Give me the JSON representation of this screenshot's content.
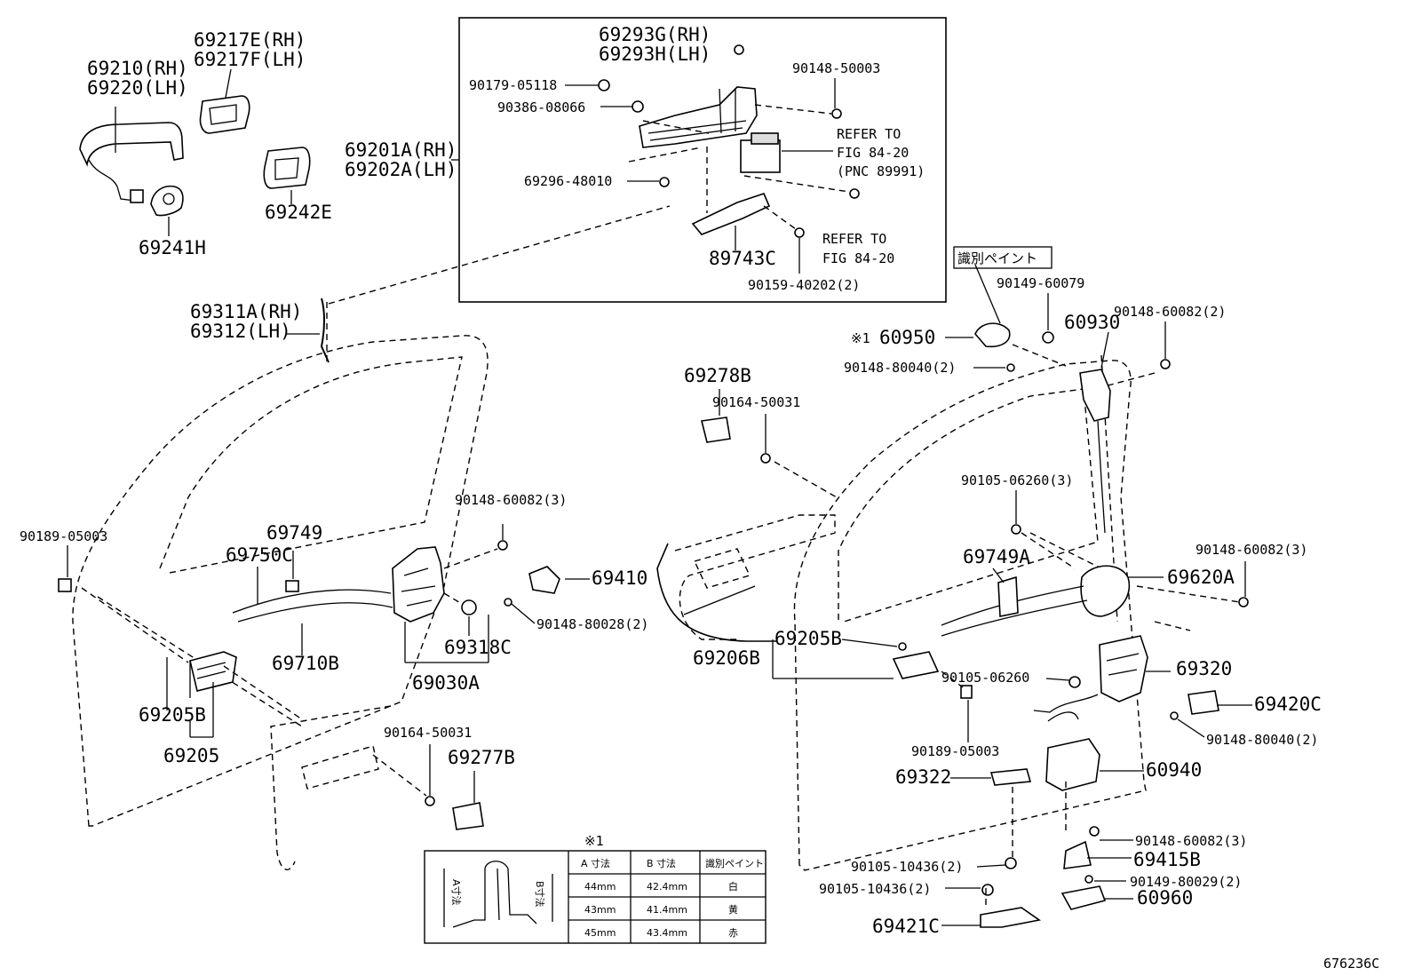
{
  "labels": {
    "p69210": "69210(RH)",
    "p69220": "69220(LH)",
    "p69217e": "69217E(RH)",
    "p69217f": "69217F(LH)",
    "p69242e": "69242E",
    "p69241h": "69241H",
    "p69201a": "69201A(RH)",
    "p69202a": "69202A(LH)",
    "p69293g": "69293G(RH)",
    "p69293h": "69293H(LH)",
    "p90179": "90179-05118",
    "p90386": "90386-08066",
    "p90148_50003": "90148-50003",
    "refer1a": "REFER TO",
    "refer1b": "FIG 84-20",
    "refer1c": "(PNC 89991)",
    "p69296": "69296-48010",
    "refer2a": "REFER TO",
    "refer2b": "FIG 84-20",
    "p89743c": "89743C",
    "p90159": "90159-40202(2)",
    "p69311a": "69311A(RH)",
    "p69312": "69312(LH)",
    "paint_box": "識別ペイント",
    "p90149_60079": "90149-60079",
    "p60930": "60930",
    "p90148_60082_2": "90148-60082(2)",
    "note1": "※1",
    "p60950": "60950",
    "p90148_80040_2": "90148-80040(2)",
    "p69278b": "69278B",
    "p90164_50031a": "90164-50031",
    "p90105_06260_3": "90105-06260(3)",
    "p90148_60082_3a": "90148-60082(3)",
    "p90148_60082_3b": "90148-60082(3)",
    "p90189_05003a": "90189-05003",
    "p69749": "69749",
    "p69750c": "69750C",
    "p69410": "69410",
    "p69749a": "69749A",
    "p69620a": "69620A",
    "p90148_80028": "90148-80028(2)",
    "p69710b": "69710B",
    "p69318c": "69318C",
    "p69205b_l": "69205B",
    "p69205b_r": "69205B",
    "p69206b": "69206B",
    "p69320": "69320",
    "p69030a": "69030A",
    "p90105_06260": "90105-06260",
    "p69420c": "69420C",
    "p69205": "69205",
    "p90164_50031b": "90164-50031",
    "p90148_80040_2b": "90148-80040(2)",
    "p90189_05003b": "90189-05003",
    "p69277b": "69277B",
    "p69322": "69322",
    "p60940": "60940",
    "p90148_60082_3c": "90148-60082(3)",
    "p90105_10436a": "90105-10436(2)",
    "p69415b": "69415B",
    "p90105_10436b": "90105-10436(2)",
    "p90149_80029": "90149-80029(2)",
    "p60960": "60960",
    "p69421c": "69421C",
    "catalog_id": "676236C"
  },
  "table": {
    "title": "※1",
    "side_a": "A寸法",
    "side_b": "B寸法",
    "headers": [
      "A 寸法",
      "B 寸法",
      "識別ペイント"
    ],
    "rows": [
      [
        "44mm",
        "42.4mm",
        "白"
      ],
      [
        "43mm",
        "41.4mm",
        "黄"
      ],
      [
        "45mm",
        "43.4mm",
        "赤"
      ]
    ]
  }
}
